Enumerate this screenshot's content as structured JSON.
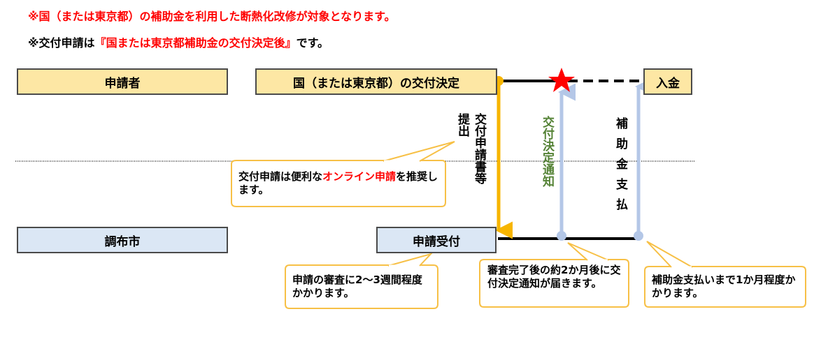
{
  "notes": {
    "line1": "※国（または東京都）の補助金を利用した断熱化改修が対象となります。",
    "line2_prefix": "※交付申請は",
    "line2_highlight": "『国または東京都補助金の交付決定後』",
    "line2_suffix": "です。"
  },
  "boxes": {
    "applicant": "申請者",
    "national_decision": "国（または東京都）の交付決定",
    "payment_received": "入金",
    "city": "調布市",
    "application_received": "申請受付"
  },
  "flows": {
    "submit_label_1": "交付申請書等",
    "submit_label_2": "提出",
    "decision_notice": "交付決定通知",
    "subsidy_payment": "補助金支払"
  },
  "callouts": {
    "online": {
      "prefix": "交付申請は便利な",
      "highlight": "オンライン申請",
      "suffix": "を推奨します。"
    },
    "review": "申請の審査に2〜3週間程度かかります。",
    "notice": "審査完了後の約2か月後に交付決定通知が届きます。",
    "payment": "補助金支払いまで1か月程度かかります。"
  },
  "colors": {
    "note_red": "#ff0000",
    "applicant_fill": "#fde7a4",
    "city_fill": "#dbe7f5",
    "submit_arrow": "#f7b500",
    "notice_arrow": "#b4c7e7",
    "notice_text": "#548235",
    "callout_border": "#f7c046",
    "star": "#ff0000"
  }
}
